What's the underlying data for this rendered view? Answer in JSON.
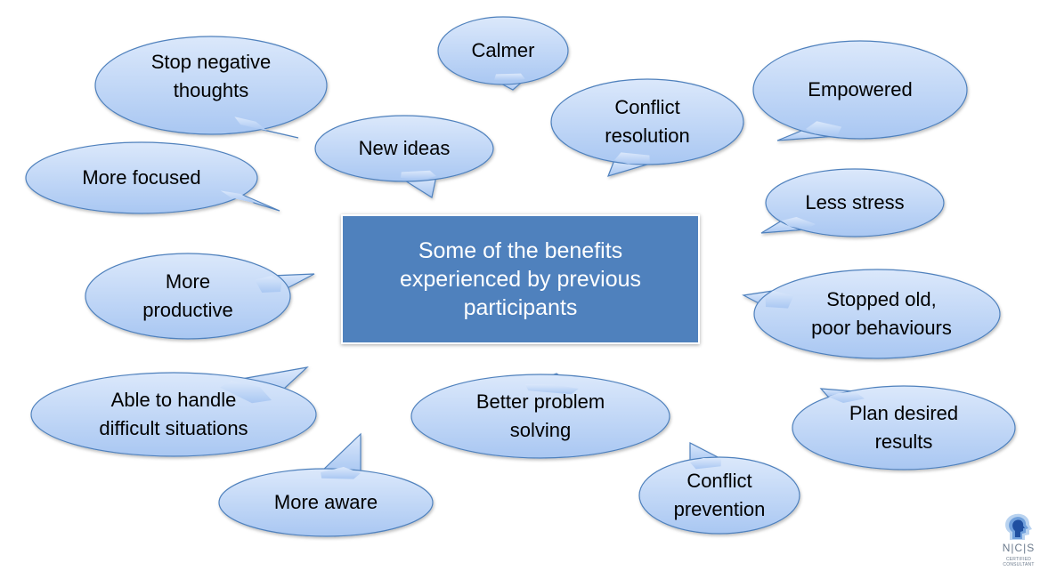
{
  "center": {
    "lines": [
      "Some of the benefits",
      "experienced by previous",
      "participants"
    ],
    "fill_color": "#4f81bd",
    "text_color": "#ffffff"
  },
  "bubble_style": {
    "fill_top": "#dbe8fb",
    "fill_bottom": "#a9c7f2",
    "stroke": "#4f81bd"
  },
  "bubbles": [
    {
      "id": "stop-negative-thoughts",
      "lines": [
        "Stop negative",
        "thoughts"
      ]
    },
    {
      "id": "calmer",
      "lines": [
        "Calmer"
      ]
    },
    {
      "id": "empowered",
      "lines": [
        "Empowered"
      ]
    },
    {
      "id": "conflict-resolution",
      "lines": [
        "Conflict",
        "resolution"
      ]
    },
    {
      "id": "new-ideas",
      "lines": [
        "New ideas"
      ]
    },
    {
      "id": "more-focused",
      "lines": [
        "More focused"
      ]
    },
    {
      "id": "less-stress",
      "lines": [
        "Less stress"
      ]
    },
    {
      "id": "more-productive",
      "lines": [
        "More",
        "productive"
      ]
    },
    {
      "id": "stopped-old-poor-behaviours",
      "lines": [
        "Stopped old,",
        "poor behaviours"
      ]
    },
    {
      "id": "able-to-handle-difficult-situations",
      "lines": [
        "Able to handle",
        "difficult situations"
      ]
    },
    {
      "id": "better-problem-solving",
      "lines": [
        "Better problem",
        "solving"
      ]
    },
    {
      "id": "plan-desired-results",
      "lines": [
        "Plan desired",
        "results"
      ]
    },
    {
      "id": "conflict-prevention",
      "lines": [
        "Conflict",
        "prevention"
      ]
    },
    {
      "id": "more-aware",
      "lines": [
        "More aware"
      ]
    }
  ],
  "logo": {
    "icon": "head-profile-icon",
    "name": "N|C|S",
    "subtitle": "CERTIFIED CONSULTANT"
  }
}
